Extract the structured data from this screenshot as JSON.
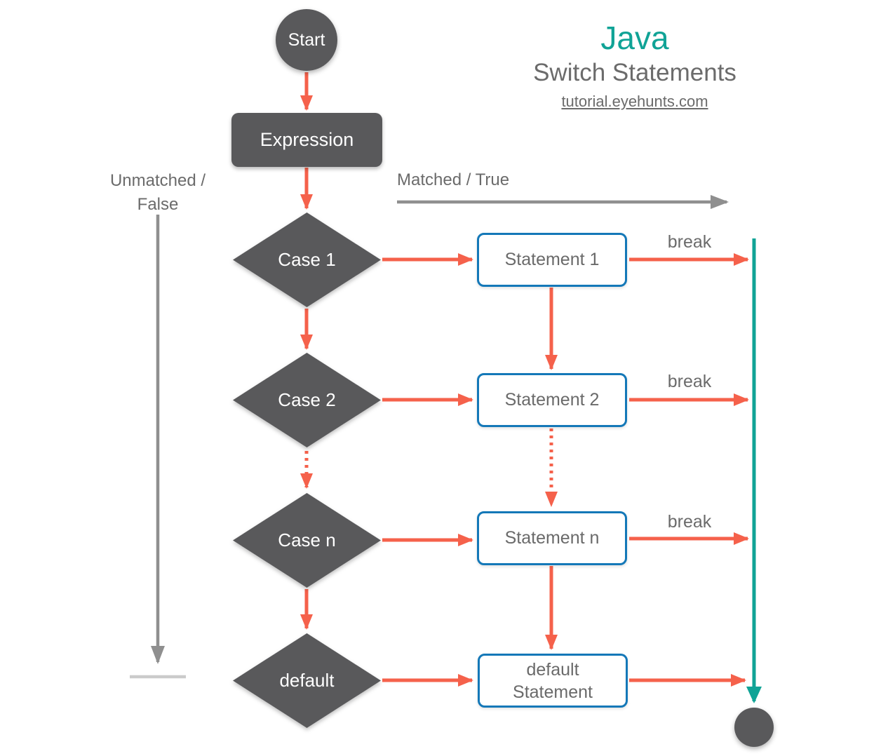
{
  "title": {
    "brand": "Java",
    "subtitle": "Switch Statements",
    "url": "tutorial.eyehunts.com"
  },
  "edge_labels": {
    "matched": "Matched / True",
    "unmatched": "Unmatched /\nFalse",
    "break_1": "break",
    "break_2": "break",
    "break_3": "break"
  },
  "nodes": {
    "start": "Start",
    "expression": "Expression",
    "case_1": "Case 1",
    "case_2": "Case 2",
    "case_n": "Case n",
    "default_case": "default",
    "statement_1": "Statement 1",
    "statement_2": "Statement 2",
    "statement_n": "Statement n",
    "default_statement": "default\nStatement"
  },
  "colors": {
    "teal": "#10A396",
    "red": "#F5614B",
    "dark": "#59595B",
    "blue": "#1478B8",
    "text-gray": "#6B6B6B",
    "arrow-gray": "#8F8F8F",
    "terminator-gray": "#CBCBCB"
  }
}
